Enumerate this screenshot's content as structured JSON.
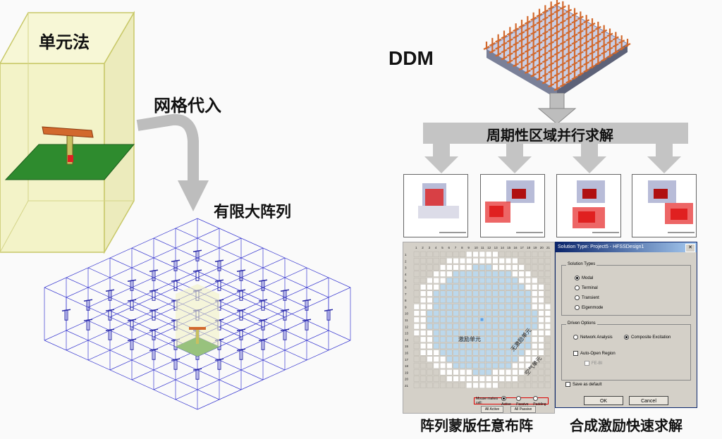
{
  "labels": {
    "unit_cell": "单元法",
    "mesh_import": "网格代入",
    "finite_array": "有限大阵列",
    "ddm": "DDM",
    "periodic_solve": "周期性区域并行求解",
    "array_mask": "阵列蒙版任意布阵",
    "composite_excitation": "合成激励快速求解"
  },
  "mask_panel": {
    "columns": [
      "1",
      "2",
      "3",
      "4",
      "5",
      "6",
      "7",
      "8",
      "9",
      "10",
      "11",
      "12",
      "13",
      "14",
      "15",
      "16",
      "17",
      "18",
      "19",
      "20",
      "21"
    ],
    "rows": [
      "1",
      "2",
      "3",
      "4",
      "5",
      "6",
      "7",
      "8",
      "9",
      "10",
      "11",
      "12",
      "13",
      "14",
      "15",
      "16",
      "17",
      "18",
      "19",
      "20",
      "21"
    ],
    "excited_label": "激励单元",
    "non_excited_label": "无激励单元",
    "air_label": "空气单元",
    "mode_label": "Mouse makes cell:",
    "mode_options": [
      "Active",
      "Passive",
      "Padding"
    ],
    "all_active": "All Active",
    "all_passive": "All Passive"
  },
  "dialog": {
    "title": "Solution Type: Project5 - HFSSDesign1",
    "close": "✕",
    "solution_types_label": "Solution Types",
    "solution_types": [
      "Modal",
      "Terminal",
      "Transient",
      "Eigenmode"
    ],
    "driven_options_label": "Driven Options",
    "network_analysis": "Network Analysis",
    "composite_excitation": "Composite Excitation",
    "auto_open_region": "Auto-Open Region",
    "fe_bi": "FE-BI",
    "save_default": "Save as default",
    "ok": "OK",
    "cancel": "Cancel"
  },
  "colors": {
    "unit_fill": "#f0f0c0",
    "ground": "#2e8b2e",
    "feed": "#d2692d",
    "arrow": "#bdbdbd",
    "grid_line": "#3a3ad0",
    "mask_active": "#bcd8ec",
    "mask_passive": "#ffffff",
    "excite_red": "#e02020"
  }
}
